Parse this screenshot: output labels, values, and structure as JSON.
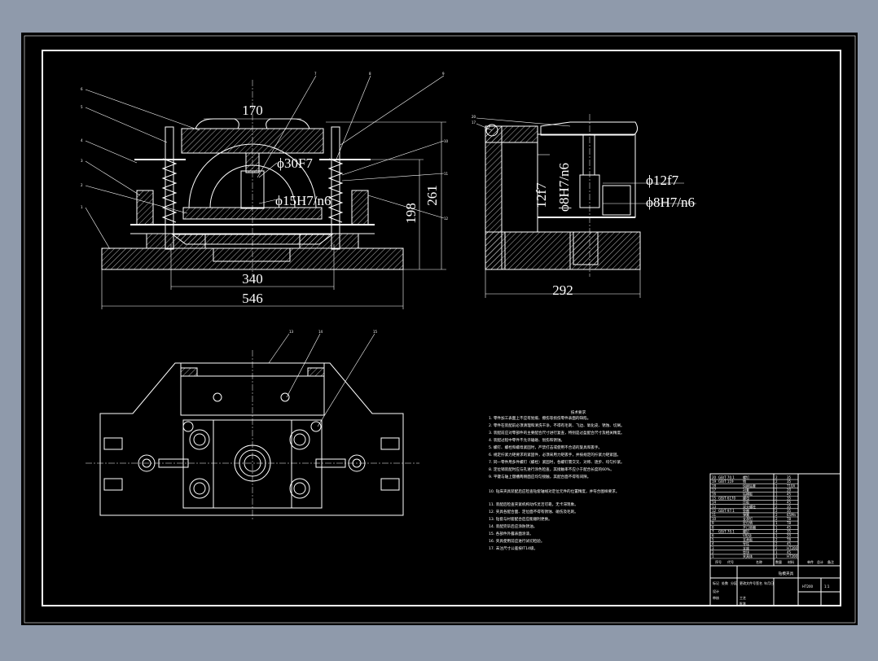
{
  "colors": {
    "window_bg": "#8f9aab",
    "paper": "#000000",
    "line": "#ffffff"
  },
  "front_view": {
    "dim_top": "170",
    "fit_bore": "ϕ30F7",
    "fit_pin": "ϕ15H7/n6",
    "dim_height_outer": "261",
    "dim_height_inner": "198",
    "dim_bottom_inner": "340",
    "dim_bottom_outer": "546",
    "balloons_left": [
      "6",
      "5",
      "4",
      "3",
      "2",
      "1"
    ],
    "balloons_top": [
      "7",
      "8",
      "9"
    ],
    "balloons_right": [
      "10",
      "11",
      "12"
    ]
  },
  "side_view": {
    "fit_1": "ϕ8H7/n6",
    "fit_2": "ϕ12f7",
    "fit_3": "ϕ8H7/n6",
    "fit_vertical": "12f7",
    "dim_bottom": "292",
    "balloons": [
      "20",
      "17"
    ]
  },
  "top_view": {
    "balloons": [
      "13",
      "14",
      "15"
    ]
  },
  "tech_notes": {
    "title": "技术要求",
    "lines": [
      "1. 零件加工表面上不应有划痕、擦伤等损伤零件表面的缺陷。",
      "2. 零件在装配前必须清理和清洗干净，不得有毛刺、飞边、氧化皮、锈蚀、切屑。",
      "3. 装配前应对零部件的主要配合尺寸进行复查，特别是过盈配合尺寸及相关精度。",
      "4. 装配过程中零件不允许磕碰、划伤和锈蚀。",
      "5. 螺钉、螺栓和螺母紧固时，严禁打击或使用不合适的旋具和扳手。",
      "6. 规定拧紧力矩要求的紧固件，必须采用力矩扳手，并按规定的拧紧力矩紧固。",
      "7. 同一零件用多件螺钉（螺栓）紧固时，各螺钉需交叉、对称、逐步、均匀拧紧。",
      "8. 定位销装配时应与孔进行涂色检查，其接触率不应小于配合长度的60%。",
      "9. 平键与轴上键槽两侧面应均匀接触，其配合面不得有间隙。",
      "",
      "10. 钻床夹具装配后应检查钻套轴线对定位元件的位置精度，并符合图样要求。",
      "11. 装配后检查夹紧机构动作灵活可靠，无卡滞现象。",
      "12. 夹具各配合面、定位面不得有锈蚀、碰伤及毛刺。",
      "13. 钻套与衬套配合后应能顺利更换。",
      "14. 装配完毕后应涂防锈油。",
      "15. 各部件外露表面涂漆。",
      "16. 夹具使用前应进行试切检验。",
      "17. 未注尺寸公差按IT14级。"
    ]
  },
  "title_block": {
    "drawing_name": "钻模夹具",
    "header_cells": [
      "序号",
      "代号",
      "名称",
      "数量",
      "材料",
      "单件",
      "总计",
      "备注"
    ],
    "material": "HT200",
    "scale": "1:1",
    "parts_rows": [
      [
        "20",
        "GB/T 70.1",
        "螺钉",
        "2",
        "35"
      ],
      [
        "19",
        "GB/T 119",
        "销",
        "2",
        "35"
      ],
      [
        "18",
        "",
        "快换钻套",
        "1",
        "T10A"
      ],
      [
        "17",
        "",
        "衬套",
        "1",
        "20"
      ],
      [
        "16",
        "",
        "钻模板",
        "1",
        "45"
      ],
      [
        "15",
        "GB/T 6170",
        "螺母",
        "2",
        "35"
      ],
      [
        "14",
        "",
        "压板",
        "2",
        "45"
      ],
      [
        "13",
        "",
        "双头螺柱",
        "2",
        "35"
      ],
      [
        "12",
        "GB/T 97.1",
        "垫圈",
        "2",
        "35"
      ],
      [
        "11",
        "",
        "弹簧",
        "2",
        "65Mn"
      ],
      [
        "10",
        "",
        "支承钉",
        "2",
        "T8"
      ],
      [
        "9",
        "",
        "定位销",
        "1",
        "T8"
      ],
      [
        "8",
        "",
        "开口垫圈",
        "1",
        "45"
      ],
      [
        "7",
        "GB/T 70.1",
        "螺钉",
        "4",
        "35"
      ],
      [
        "6",
        "",
        "V形块",
        "1",
        "20"
      ],
      [
        "5",
        "",
        "支承板",
        "2",
        "T8"
      ],
      [
        "4",
        "",
        "导柱",
        "2",
        "45"
      ],
      [
        "3",
        "",
        "支座",
        "2",
        "HT200"
      ],
      [
        "2",
        "",
        "垫块",
        "1",
        "45"
      ],
      [
        "1",
        "",
        "夹具体",
        "1",
        "HT200"
      ]
    ],
    "bottom_labels": [
      "标记",
      "处数",
      "分区",
      "更改文件号",
      "签名",
      "年月日",
      "设计",
      "审核",
      "工艺",
      "批准"
    ]
  }
}
